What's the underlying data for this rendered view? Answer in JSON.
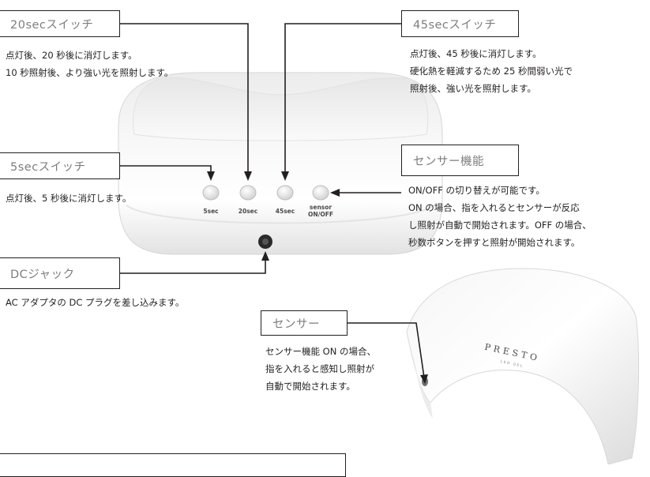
{
  "callouts": {
    "sec20": {
      "title": "20secスイッチ",
      "lines": [
        "点灯後、20 秒後に消灯します。",
        "10 秒照射後、より強い光を照射します。"
      ]
    },
    "sec45": {
      "title": "45secスイッチ",
      "lines": [
        "点灯後、45 秒後に消灯します。",
        "硬化熱を軽減するため 25 秒間弱い光で",
        "照射後、強い光を照射します。"
      ]
    },
    "sec5": {
      "title": "5secスイッチ",
      "lines": [
        "点灯後、5 秒後に消灯します。"
      ]
    },
    "sensor_func": {
      "title": "センサー機能",
      "lines": [
        "ON/OFF の切り替えが可能です。",
        "ON の場合、指を入れるとセンサーが反応",
        "し照射が自動で開始されます。OFF の場合、",
        "秒数ボタンを押すと照射が開始されます。"
      ]
    },
    "dc": {
      "title": "DCジャック",
      "lines": [
        "AC アダプタの DC プラグを差し込みます。"
      ]
    },
    "sensor": {
      "title": "センサー",
      "lines": [
        "センサー機能 ON の場合、",
        "指を入れると感知し照射が",
        "自動で開始されます。"
      ]
    }
  },
  "device": {
    "button_labels": {
      "b5": "5sec",
      "b20": "20sec",
      "b45": "45sec",
      "sensor_line1": "sensor",
      "sensor_line2": "ON/OFF"
    },
    "brand": "PRESTO",
    "brand_sub": "LED GEL"
  },
  "colors": {
    "line": "#231f20",
    "label_text": "#7d7d7d",
    "device_body": "#f2f2f2"
  }
}
